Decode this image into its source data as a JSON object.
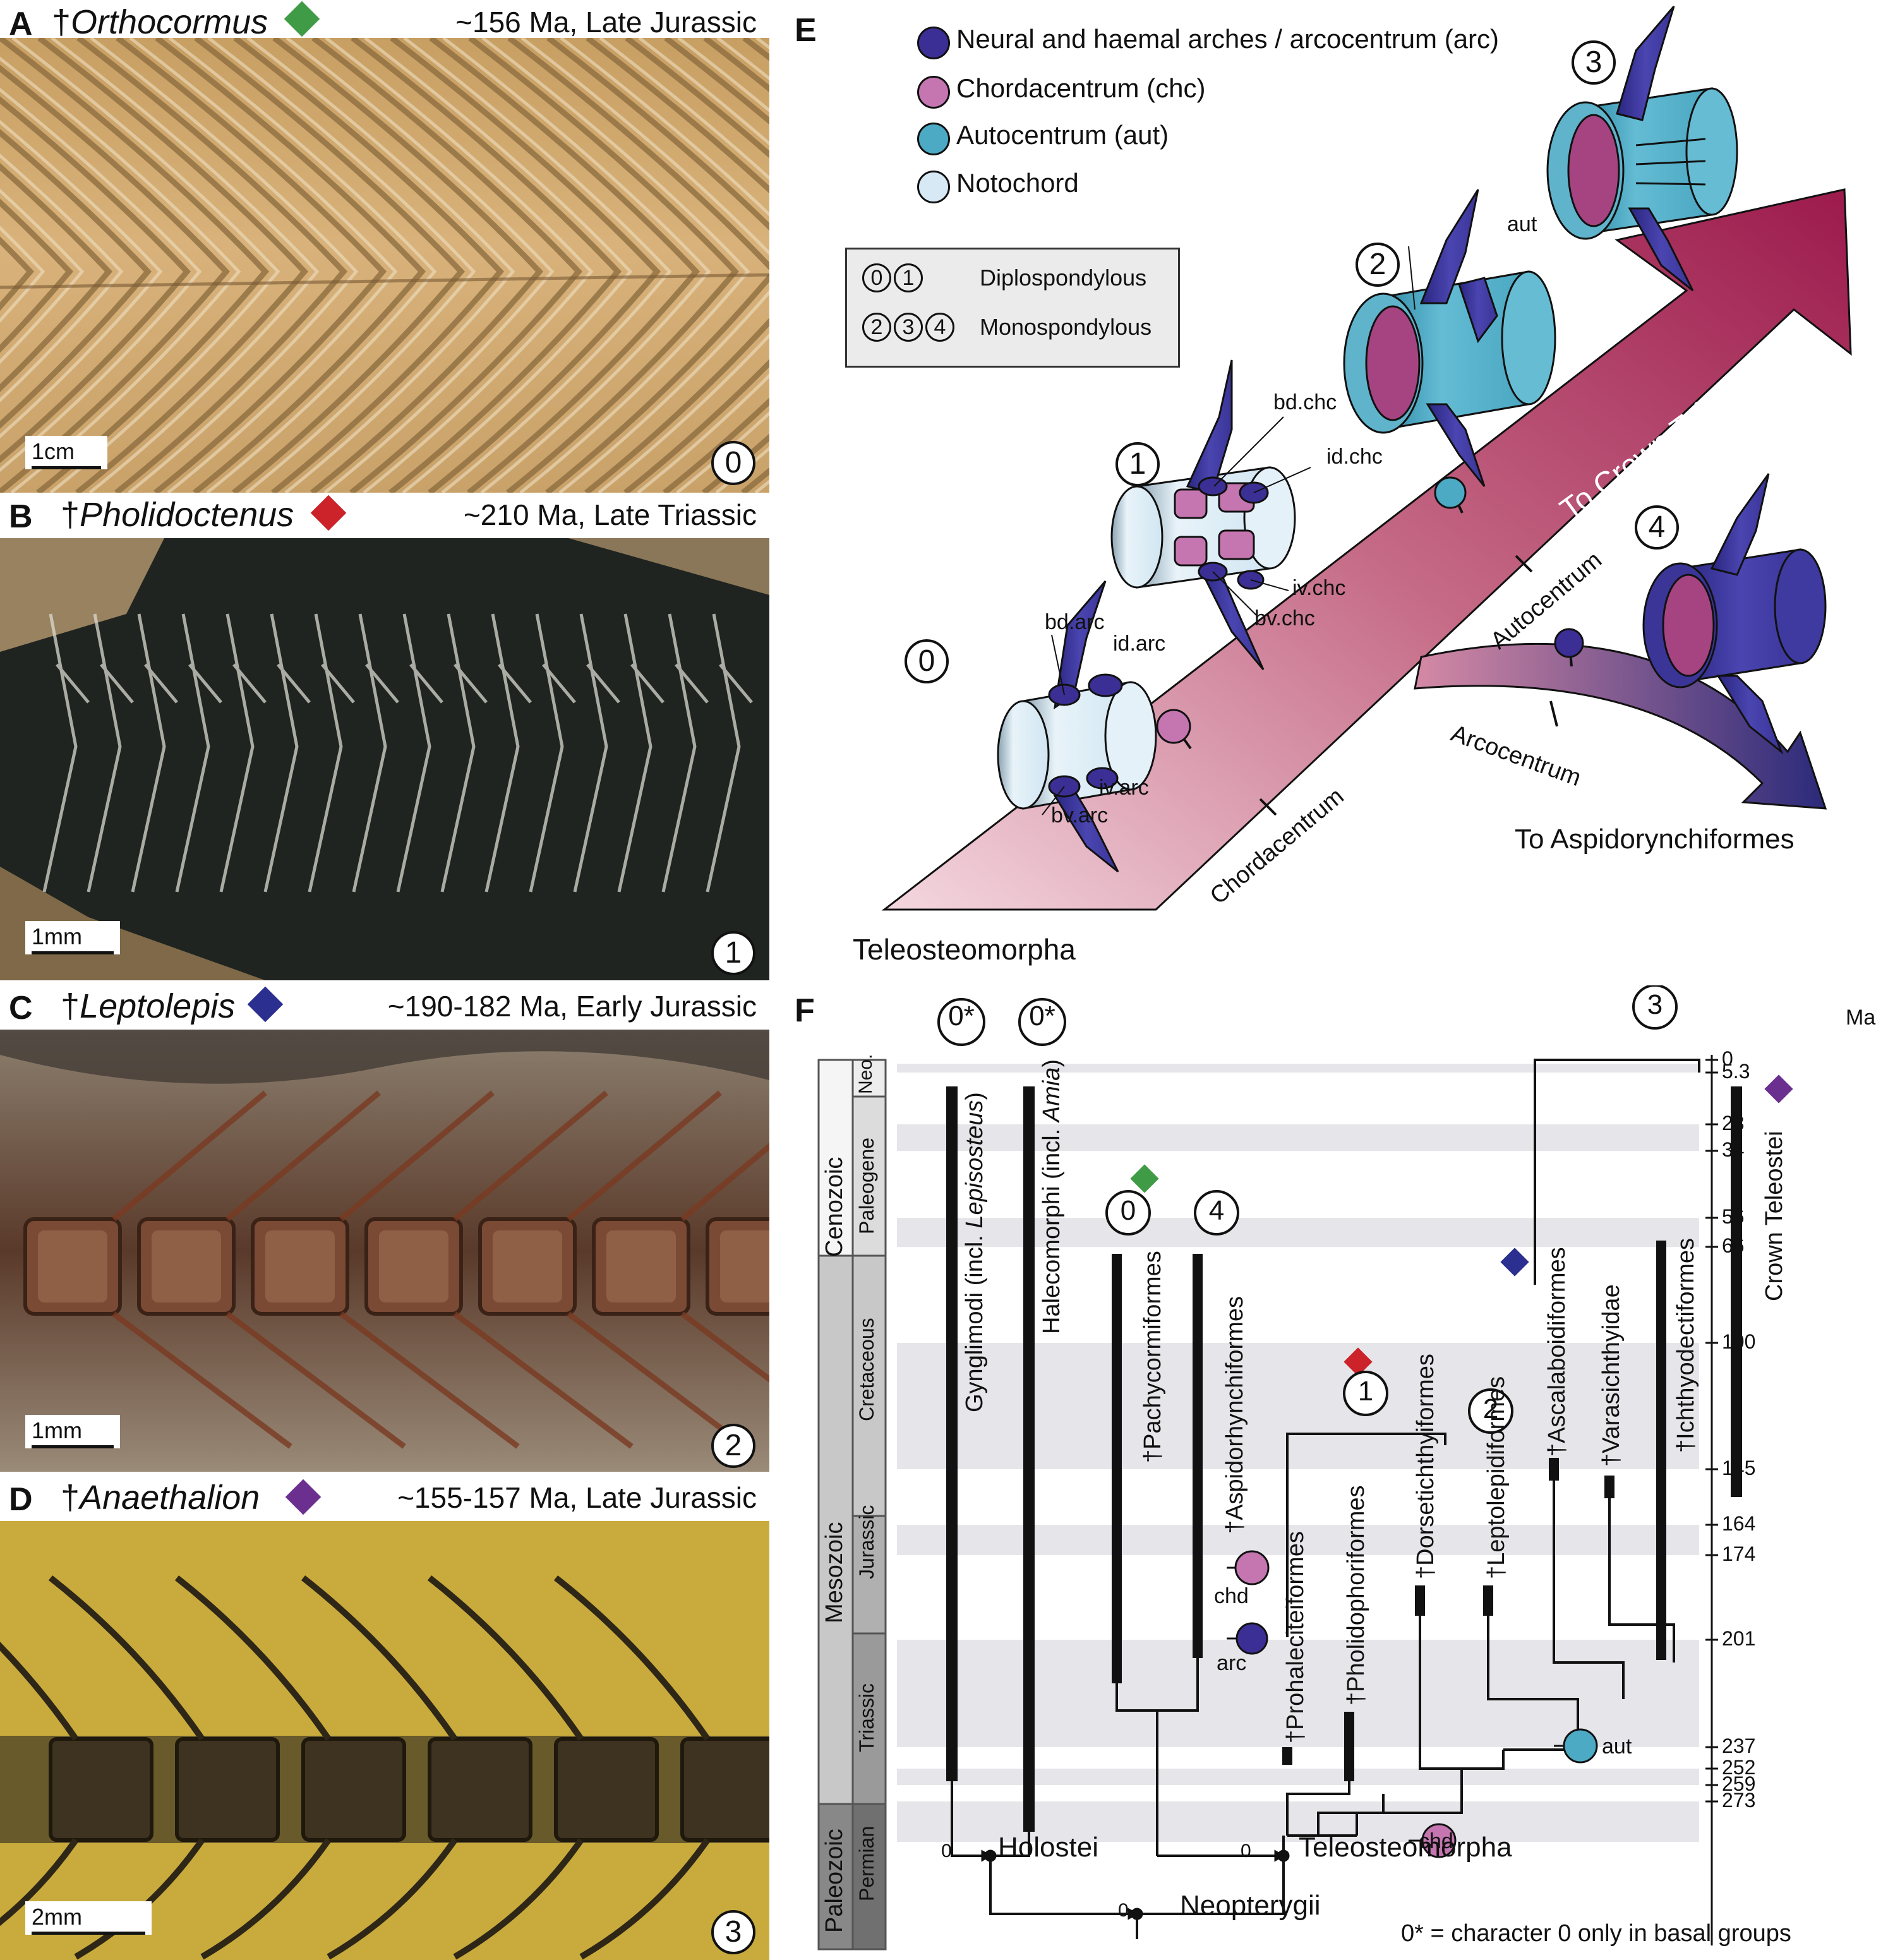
{
  "panels": [
    {
      "letter": "A",
      "taxon": "Orthocormus",
      "dagger": "†",
      "age": "~156 Ma, Late Jurassic",
      "scale": "1cm",
      "char": "0",
      "diamond_color": "#3f9b45"
    },
    {
      "letter": "B",
      "taxon": "Pholidoctenus",
      "dagger": "†",
      "age": "~210 Ma, Late Triassic",
      "scale": "1mm",
      "char": "1",
      "diamond_color": "#cc2229"
    },
    {
      "letter": "C",
      "taxon": "Leptolepis",
      "dagger": "†",
      "age": "~190-182 Ma, Early Jurassic",
      "scale": "1mm",
      "char": "2",
      "diamond_color": "#2b2f8f"
    },
    {
      "letter": "D",
      "taxon": "Anaethalion",
      "dagger": "†",
      "age": "~155-157 Ma, Late Jurassic",
      "scale": "2mm",
      "char": "3",
      "diamond_color": "#6b2f8f"
    }
  ],
  "panelE": {
    "letter": "E",
    "legend": [
      {
        "label": "Neural and haemal arches / arcocentrum  (arc)",
        "color": "#3b2f96"
      },
      {
        "label": "Chordacentrum (chc)",
        "color": "#c576b0"
      },
      {
        "label": "Autocentrum (aut)",
        "color": "#4daac5"
      },
      {
        "label": "Notochord",
        "color": "#d7e9f4"
      }
    ],
    "box": {
      "row1_nums": [
        "0",
        "1"
      ],
      "row1_label": "Diplospondylous",
      "row2_nums": [
        "2",
        "3",
        "4"
      ],
      "row2_label": "Monospondylous"
    },
    "labels": {
      "bd_arc": "bd.arc",
      "id_arc": "id.arc",
      "iv_arc": "iv.arc",
      "bv_arc": "bv.arc",
      "bd_chc": "bd.chc",
      "id_chc": "id.chc",
      "iv_chc": "iv.chc",
      "bv_chc": "bv.chc",
      "aut": "aut",
      "chordacentrum": "Chordacentrum",
      "autocentrum": "Autocentrum",
      "arcocentrum": "Arcocentrum",
      "to_crown": "To Crown Teleostei",
      "to_aspido": "To Aspidorynchiformes",
      "teleosteomorpha": "Teleosteomorpha"
    },
    "nums": [
      "0",
      "1",
      "2",
      "3",
      "4"
    ]
  },
  "panelF": {
    "letter": "F",
    "ma_label": "Ma",
    "ticks": [
      "0",
      "5.3",
      "23",
      "34",
      "56",
      "66",
      "100",
      "145",
      "164",
      "174",
      "201",
      "237",
      "252",
      "259",
      "273"
    ],
    "eras": [
      "Cenozoic",
      "Mesozoic",
      "Paleozoic"
    ],
    "periods": [
      "Neo.",
      "Paleogene",
      "Cretaceous",
      "Jurassic",
      "Triassic",
      "Permian"
    ],
    "taxa": [
      {
        "dagger": "",
        "name": "Gynglimodi (incl. ",
        "ital": "Lepisosteus",
        "end": ")"
      },
      {
        "dagger": "",
        "name": "Halecomorphi (incl. ",
        "ital": "Amia",
        "end": ")"
      },
      {
        "dagger": "†",
        "name": "Pachycormiformes",
        "ital": "",
        "end": ""
      },
      {
        "dagger": "†",
        "name": "Aspidorhynchiformes",
        "ital": "",
        "end": ""
      },
      {
        "dagger": "†",
        "name": "Prohaleciteiformes",
        "ital": "",
        "end": ""
      },
      {
        "dagger": "†",
        "name": "Pholidophoriformes",
        "ital": "",
        "end": ""
      },
      {
        "dagger": "†",
        "name": "Dorsetichthyiformes",
        "ital": "",
        "end": ""
      },
      {
        "dagger": "†",
        "name": "Leptolepidiformes",
        "ital": "",
        "end": ""
      },
      {
        "dagger": "†",
        "name": "Ascalaboidiformes",
        "ital": "",
        "end": ""
      },
      {
        "dagger": "†",
        "name": "Varasichthyidae",
        "ital": "",
        "end": ""
      },
      {
        "dagger": "†",
        "name": "Ichthyodectiformes",
        "ital": "",
        "end": ""
      },
      {
        "dagger": "",
        "name": "Crown Teleostei",
        "ital": "",
        "end": ""
      }
    ],
    "char_labels": {
      "g": "0*",
      "h": "0*",
      "pachy": "0",
      "aspido": "4",
      "clade1": "1",
      "lepto": "2",
      "clade3": "3"
    },
    "nodes": {
      "holostei": "Holostei",
      "teleosteomorpha": "Teleosteomorpha",
      "neopterygii": "Neopterygii",
      "zero": "0"
    },
    "marks": {
      "chd": "chd",
      "arc": "arc",
      "aut": "aut"
    },
    "footnote": "0* = character 0 only in basal groups"
  }
}
